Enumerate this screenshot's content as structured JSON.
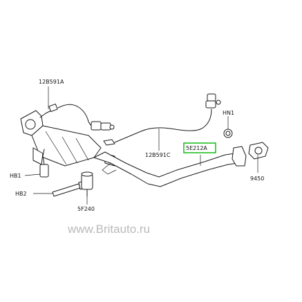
{
  "labels": {
    "sensor_upstream": "12B591A",
    "sensor_downstream": "12B591C",
    "nut": "HN1",
    "front_pipe": "5E212A",
    "gasket": "9450",
    "bolt_1": "HB1",
    "bolt_2": "HB2",
    "mount": "5F240"
  },
  "watermark": "www.Britauto.ru",
  "colors": {
    "highlight": "#1fbf1f",
    "watermark": "#b9b9b9"
  }
}
